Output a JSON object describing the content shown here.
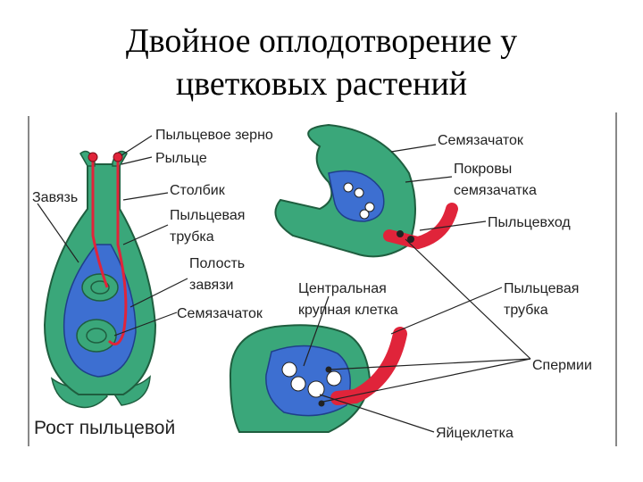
{
  "title_line1": "Двойное оплодотворение у",
  "title_line2": "цветковых растений",
  "labels": {
    "pollen_grain": "Пыльцевое зерно",
    "stigma": "Рыльце",
    "ovary": "Завязь",
    "style": "Столбик",
    "pollen_tube_1": "Пыльцевая",
    "pollen_tube_2": "трубка",
    "ovary_cavity_1": "Полость",
    "ovary_cavity_2": "завязи",
    "ovule_left": "Семязачаток",
    "ovule_top": "Семязачаток",
    "integuments_1": "Покровы",
    "integuments_2": "семязачатка",
    "micropyle": "Пыльцевход",
    "central_cell_1": "Центральная",
    "central_cell_2": "крупная клетка",
    "pollen_tube_r1": "Пыльцевая",
    "pollen_tube_r2": "трубка",
    "sperm": "Спермии",
    "egg": "Яйцеклетка",
    "caption": "Рост пыльцевой"
  },
  "colors": {
    "green": "#3aa77a",
    "green_dark": "#2a7a55",
    "blue": "#3d6fd1",
    "red": "#e0243a",
    "white": "#ffffff"
  }
}
